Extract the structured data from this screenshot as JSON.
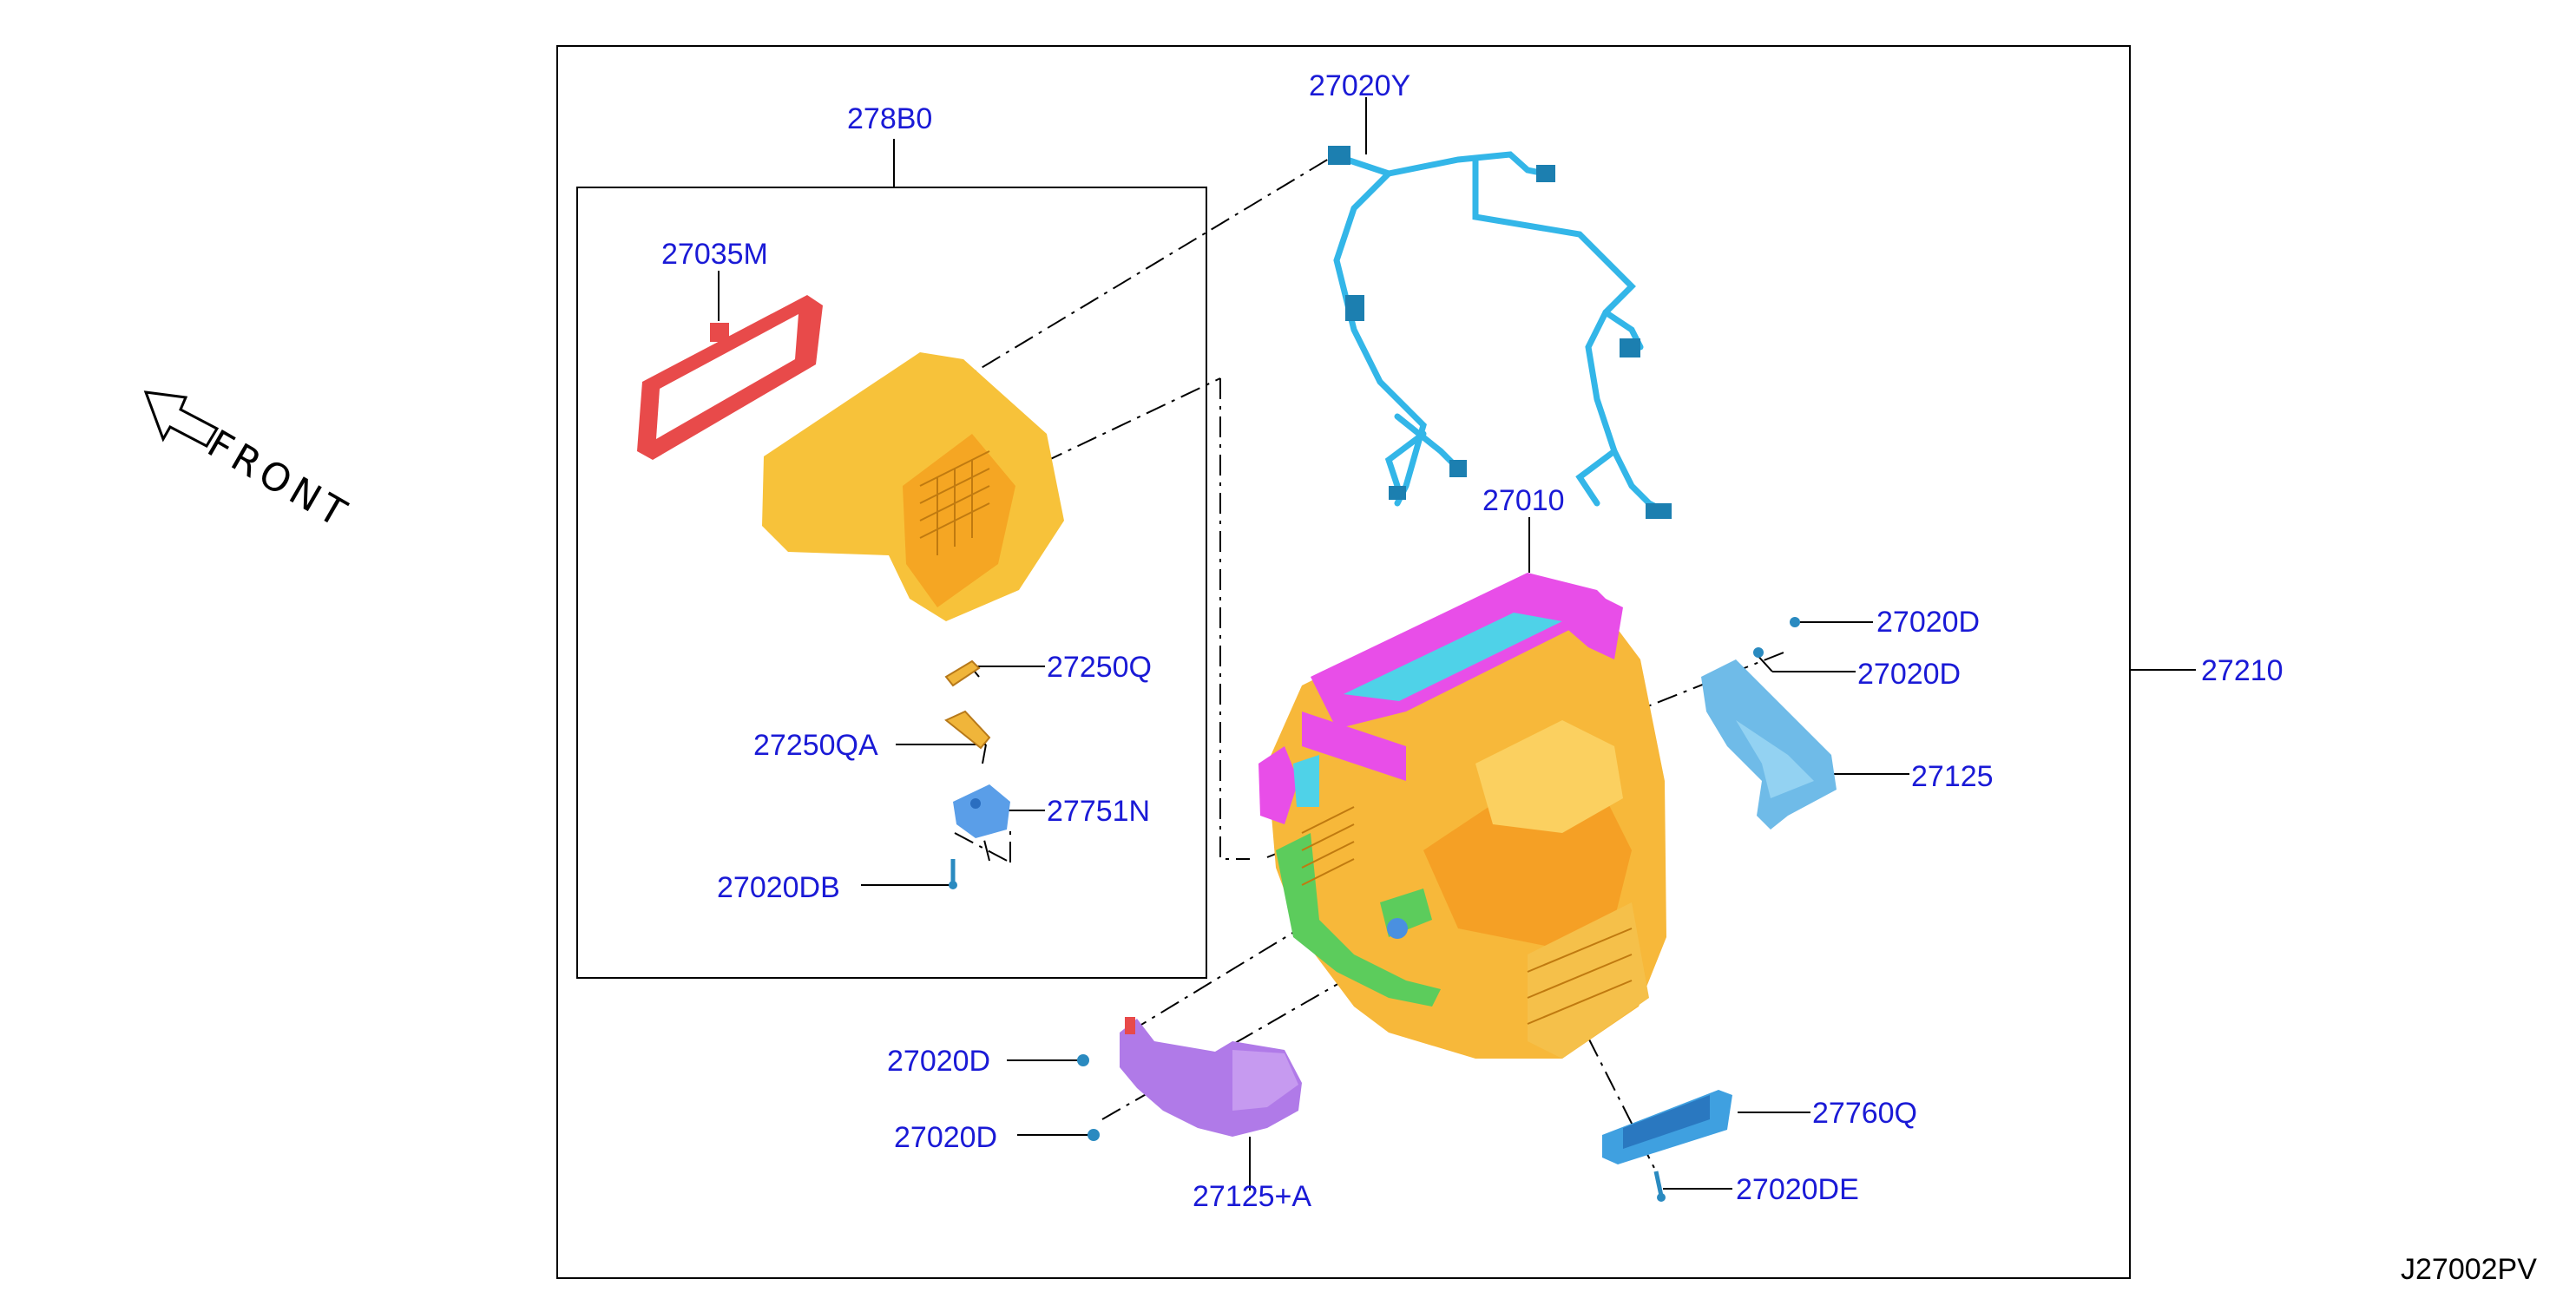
{
  "diagram": {
    "drawing_code": "J27002PV",
    "direction_label": "FRONT",
    "colors": {
      "label": "#1a1ad6",
      "heater_unit": "#f5a623",
      "intake_filter_seal": "#e84a4a",
      "mode_door_frame": "#e84ee8",
      "harness": "#33b6e8",
      "duct_left": "#b07ae8",
      "duct_right": "#6fbbe8",
      "control_module": "#3fa0e0",
      "pipe": "#5ccc5c"
    },
    "parts": {
      "p278B0": "278B0",
      "p27020Y": "27020Y",
      "p27035M": "27035M",
      "p27010": "27010",
      "p27020D_a": "27020D",
      "p27020D_b": "27020D",
      "p27210": "27210",
      "p27250Q": "27250Q",
      "p27125": "27125",
      "p27250QA": "27250QA",
      "p27751N": "27751N",
      "p27020DB": "27020DB",
      "p27020D_c": "27020D",
      "p27760Q": "27760Q",
      "p27020D_d": "27020D",
      "p27020DE": "27020DE",
      "p27125A": "27125+A"
    }
  }
}
